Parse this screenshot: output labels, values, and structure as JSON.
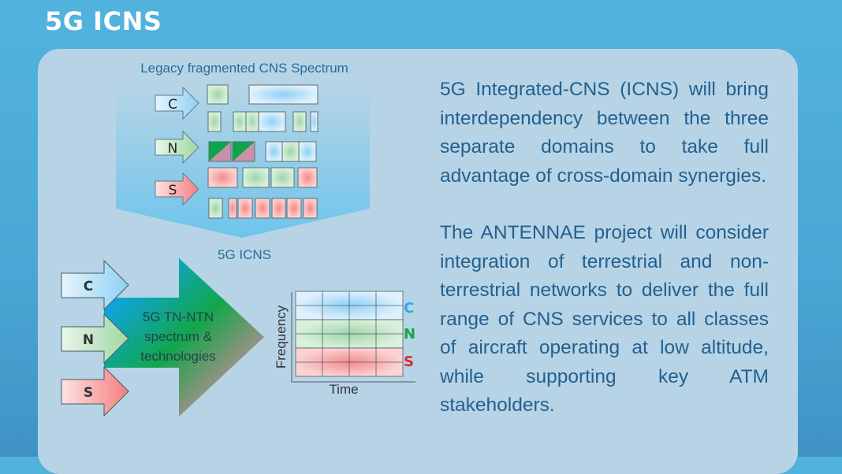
{
  "title": "5G ICNS",
  "diagram": {
    "legacy_label": "Legacy fragmented CNS Spectrum",
    "icns_label": "5G ICNS",
    "domains": [
      "C",
      "N",
      "S"
    ],
    "big_arrow_lines": [
      "5G TN-NTN",
      "spectrum &",
      "technologies"
    ],
    "chart_ylabel": "Frequency",
    "chart_xlabel": "Time",
    "colors": {
      "C": "#29a8e8",
      "N": "#1aa34a",
      "S": "#e02828"
    }
  },
  "body": {
    "paragraph1": "5G Integrated-CNS (ICNS) will bring interdependency between the three separate domains to take full advantage of cross-domain synergies.",
    "paragraph2": "The ANTENNAE project will consider integration of terrestrial and non-terrestrial networks to deliver the full range of CNS services to all classes of aircraft operating at low altitude, while supporting key ATM stakeholders."
  }
}
